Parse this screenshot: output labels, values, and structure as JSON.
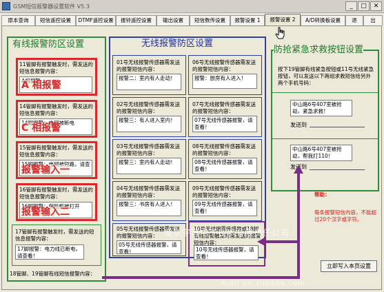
{
  "window": {
    "title": "GSM短信报警器设置软件 V5.3",
    "controls": [
      "_",
      "□",
      "✕"
    ]
  },
  "tabs": [
    "原本查询",
    "短信遥控设置",
    "DTMF遥控设置",
    "振铃遥控设置",
    "输出设置",
    "短信数传设置",
    "报警设置 1",
    "报警设置 2",
    "A/D转换板设置",
    "退",
    "出"
  ],
  "active_tab": "报警设置 2",
  "wired": {
    "title": "有线报警防区设置",
    "zones": [
      {
        "desc": "11管脚有报警触发时，需发送的短信息报警内容：",
        "value": "A相报警",
        "overlay": "A 相报警"
      },
      {
        "desc": "14管脚有报警触发时，需发送的短信息报警内容：",
        "value": "14脚报警：电网被断电",
        "overlay": "C 相报警"
      },
      {
        "desc": "15管脚有报警触发时，需发送的短信息报警内容：",
        "value": "15脚报警：电网被短路，请查看！",
        "overlay": "报警输入一"
      },
      {
        "desc": "16管脚有报警触发时，需发送的短信息报警内容：",
        "value": "16脚报警：保险柜被打开",
        "overlay": "报警输入二"
      },
      {
        "desc": "17管脚有报警触发时，需发送的短信息报警内容：",
        "value": "17脚报警：电力线已断电，请查看！",
        "overlay": ""
      }
    ],
    "combo_label": "18管脚、19管脚有线短信报警内容："
  },
  "wireless": {
    "title": "无线报警防区设置",
    "zones": [
      {
        "desc": "01号无线报警传感器需发送的报警短信内容：",
        "value": "报警二：室内有人走动！"
      },
      {
        "desc": "06号无线报警传感器需发送的报警短信内容：",
        "value": "报警：厨房有人进入！"
      },
      {
        "desc": "02号无线报警传感器需发送的报警短信内容：",
        "value": "报警三：有人进入室内！"
      },
      {
        "desc": "07号无线报警传感器需发送的报警短信内容：",
        "value": "07号无线传感器报警，请查看！"
      },
      {
        "desc": "03号无线报警传感器需发送的报警短信内容：",
        "value": "报警三：室内有人走动！"
      },
      {
        "desc": "08号无线报警传感器需发送的报警短信内容：",
        "value": "08号无线传感器报警，请查看！"
      },
      {
        "desc": "04号无线报警传感器需发送的报警短信内容：",
        "value": "报警三：书房有人进入！"
      },
      {
        "desc": "09号无线报警传感器需发送的报警短信内容：",
        "value": "09号无线传感器报警，请查看！"
      },
      {
        "desc": "05号无线报警传感器需发送的报警短信内容：",
        "value": "05号无线传感器报警，请查看！"
      },
      {
        "desc": "10号无线烟雾传感器或18脚有线报警触发时需发送的报警短信内容：",
        "value": "10号无线传感器报警，请查看！"
      }
    ]
  },
  "emergency": {
    "title": "防抢紧急求救按钮设置",
    "description": "按下19管脚有线紧急按钮或11号无线紧急按钮，可以发送以下两组求救短信给另外两个手机号码：",
    "messages": [
      {
        "value": "中山路6号407室被抢劫，紧急求救！",
        "send_label": "发送到"
      },
      {
        "value": "中山路6号407室被抢劫，帮我打110！",
        "send_label": "发送到"
      }
    ]
  },
  "help": {
    "label": "帮助：",
    "text": "每条报警短信内容，不能超过20个汉字或字符。"
  },
  "write_button": "立即写入本页设置",
  "watermark": {
    "company": "南京宇普电子技术有限责任公司",
    "url": "hjqlt.cn.alibaba.com"
  },
  "colors": {
    "wired_border": "#2e8b3a",
    "wireless_border": "#2c3f9f",
    "highlight": "#d8282c",
    "arrow": "#7b2c86"
  }
}
